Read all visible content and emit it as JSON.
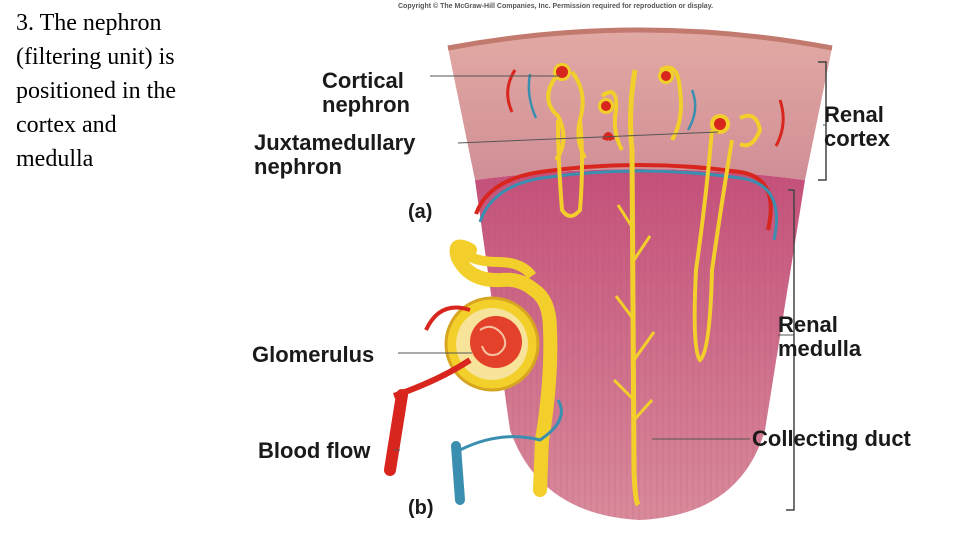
{
  "slide": {
    "lines": [
      "3. The nephron",
      "(filtering unit) is",
      "positioned in the",
      "cortex and",
      "medulla"
    ]
  },
  "diagram": {
    "copyright": "Copyright © The McGraw-Hill Companies, Inc. Permission required for reproduction or display.",
    "labels": {
      "cortical_1": "Cortical",
      "cortical_2": "nephron",
      "juxta_1": "Juxtamedullary",
      "juxta_2": "nephron",
      "part_a": "(a)",
      "glomerulus": "Glomerulus",
      "blood_flow": "Blood flow",
      "part_b": "(b)",
      "renal_cortex_1": "Renal",
      "renal_cortex_2": "cortex",
      "renal_medulla_1": "Renal",
      "renal_medulla_2": "medulla",
      "collecting_duct": "Collecting duct"
    },
    "colors": {
      "cortex": "#d99a9a",
      "medulla": "#c8607a",
      "tubule": "#f2cf2a",
      "artery": "#d8261e",
      "vein": "#3a8fb0"
    }
  }
}
